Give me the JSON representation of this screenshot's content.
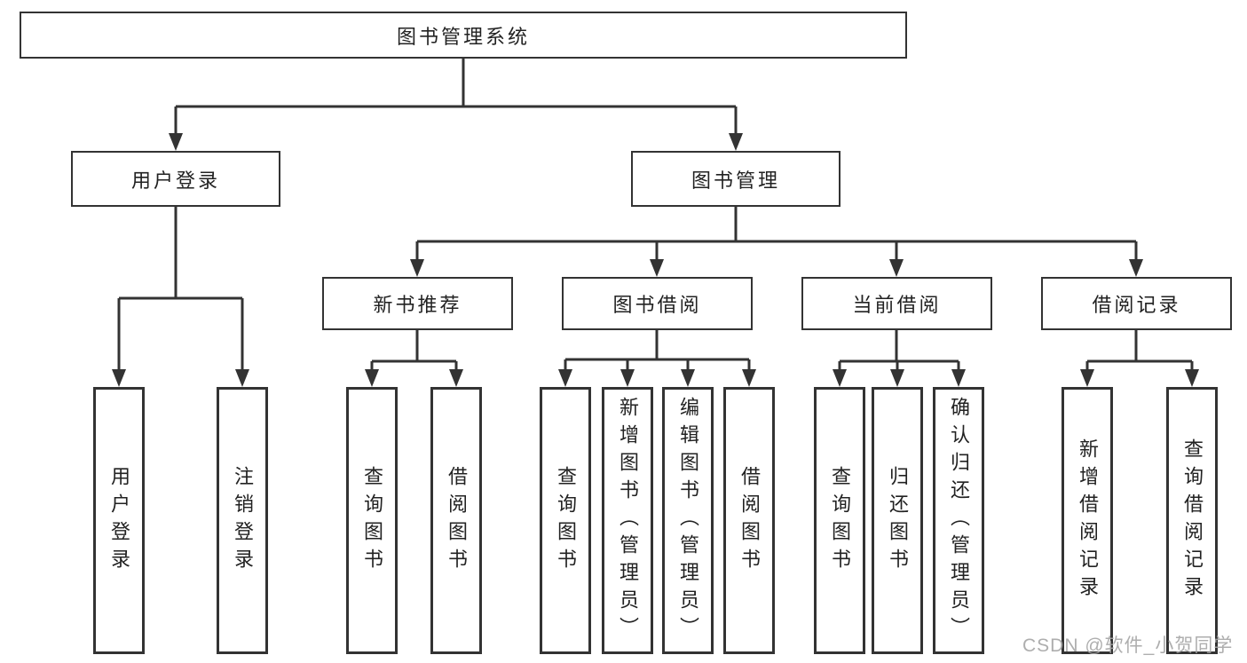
{
  "diagram": {
    "title": "图书管理系统",
    "user_login": {
      "label": "用户登录",
      "children": [
        {
          "label": "用户登录"
        },
        {
          "label": "注销登录"
        }
      ]
    },
    "book_management": {
      "label": "图书管理",
      "new_book_recommend": {
        "label": "新书推荐",
        "children": [
          {
            "label": "查询图书"
          },
          {
            "label": "借阅图书"
          }
        ]
      },
      "book_borrowing": {
        "label": "图书借阅",
        "children": [
          {
            "label": "查询图书"
          },
          {
            "label": "新增图书（管理员）"
          },
          {
            "label": "编辑图书（管理员）"
          },
          {
            "label": "借阅图书"
          }
        ]
      },
      "current_borrowing": {
        "label": "当前借阅",
        "children": [
          {
            "label": "查询图书"
          },
          {
            "label": "归还图书"
          },
          {
            "label": "确认归还（管理员）"
          }
        ]
      },
      "borrowing_records": {
        "label": "借阅记录",
        "children": [
          {
            "label": "新增借阅记录"
          },
          {
            "label": "查询借阅记录"
          }
        ]
      }
    }
  },
  "watermark": {
    "text": "CSDN @软件_小贺同学"
  },
  "colors": {
    "line": "#333333",
    "text": "#222222",
    "background": "#ffffff",
    "watermark": "#a5a5a5"
  }
}
